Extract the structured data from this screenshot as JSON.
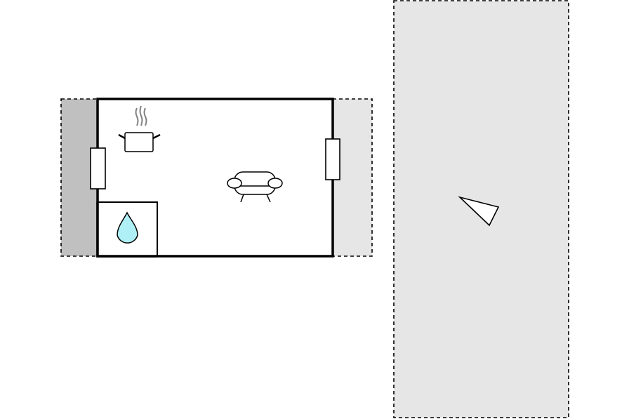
{
  "floorplan": {
    "colors": {
      "background": "#ffffff",
      "wall": "#000000",
      "terrace_dark": "#c0c0c0",
      "terrace_light": "#e6e6e6",
      "window_fill": "#ffffff",
      "water_drop": "#aef0f5",
      "steam": "#808080"
    },
    "rooms": [
      {
        "id": "living-area",
        "type": "room"
      },
      {
        "id": "bathroom",
        "type": "room",
        "icon": "water-drop-icon"
      }
    ],
    "outdoor_areas": [
      {
        "id": "left-terrace",
        "fill": "dark"
      },
      {
        "id": "right-terrace",
        "fill": "light"
      },
      {
        "id": "garden-area",
        "fill": "light"
      }
    ],
    "icons": [
      "cooking-pot-icon",
      "sofa-icon",
      "water-drop-icon",
      "north-arrow-icon"
    ],
    "windows": [
      "left-window",
      "right-window"
    ]
  }
}
